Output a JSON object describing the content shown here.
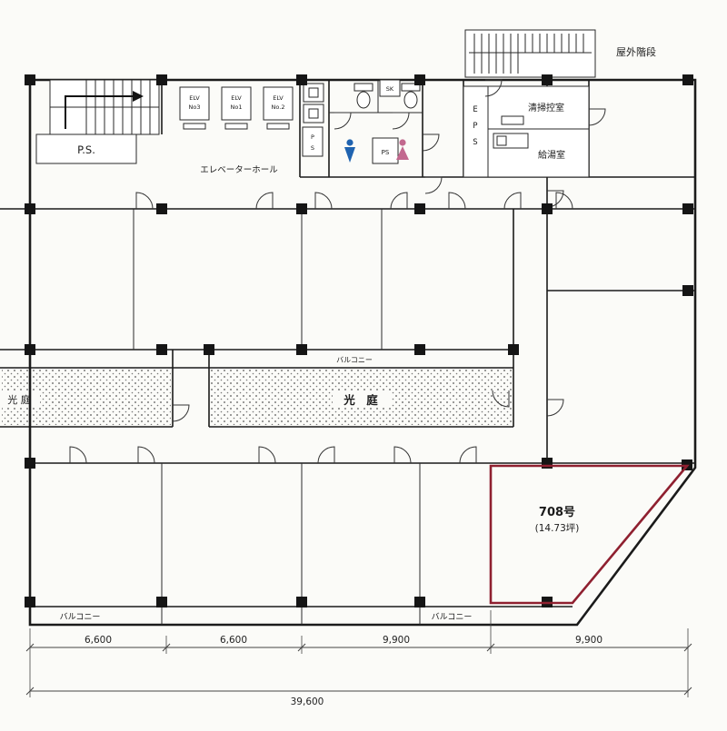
{
  "plan": {
    "outdoor_stairs": "屋外階段",
    "cleaning_room": "清掃控室",
    "kitchenette": "給湯室",
    "eps_letters": [
      "E",
      "P",
      "S"
    ],
    "ps_room": "P.S.",
    "elevator_hall": "エレベーターホール",
    "elevators": [
      {
        "line1": "ELV",
        "line2": "No3"
      },
      {
        "line1": "ELV",
        "line2": "No1"
      },
      {
        "line1": "ELV",
        "line2": "No.2"
      }
    ],
    "sk": "SK",
    "ps_vertical": [
      "P",
      "S"
    ],
    "ps_small": "PS",
    "light_court_left": "光 庭",
    "light_court_center": "光　庭",
    "balcony": "バルコニー",
    "unit": {
      "number": "708号",
      "area": "(14.73坪)",
      "outline_color": "#8f2030"
    },
    "icons": {
      "male": "#1f63b0",
      "female": "#c2688e"
    }
  },
  "dimensions": {
    "segments": [
      "6,600",
      "6,600",
      "9,900",
      "9,900"
    ],
    "total": "39,600"
  }
}
